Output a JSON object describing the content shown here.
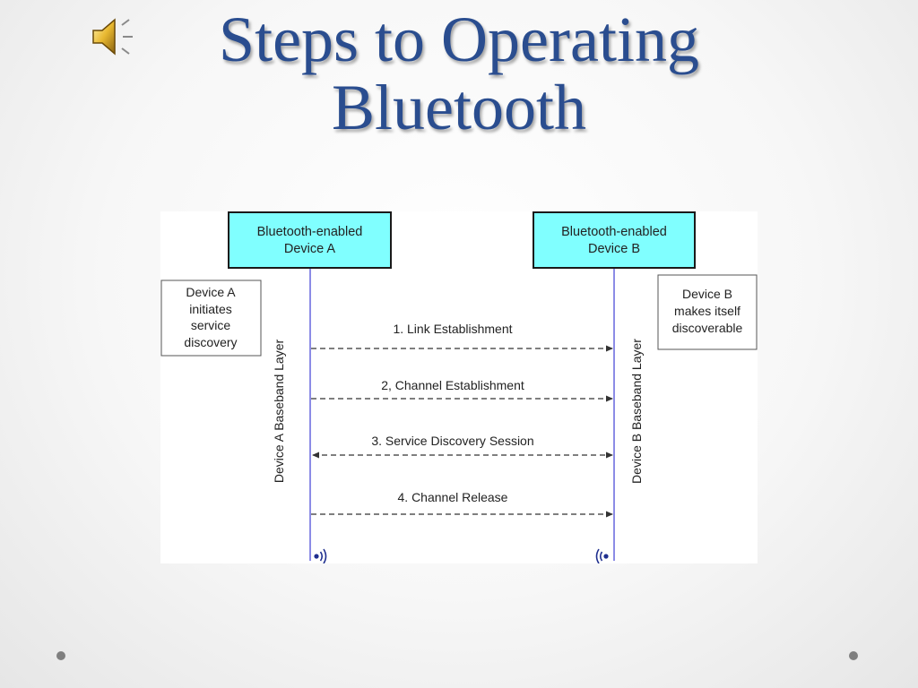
{
  "slide": {
    "title_line1": "Steps to Operating",
    "title_line2": "Bluetooth"
  },
  "diagram": {
    "device_a": {
      "box_line1": "Bluetooth-enabled",
      "box_line2": "Device A",
      "note_lines": [
        "Device A",
        "initiates",
        "service",
        "discovery"
      ],
      "layer_label": "Device A Baseband Layer"
    },
    "device_b": {
      "box_line1": "Bluetooth-enabled",
      "box_line2": "Device B",
      "note_lines": [
        "Device B",
        "makes itself",
        "discoverable"
      ],
      "layer_label": "Device B Baseband Layer"
    },
    "steps": [
      {
        "label": "1. Link Establishment",
        "direction": "a-to-b"
      },
      {
        "label": "2, Channel Establishment",
        "direction": "a-to-b"
      },
      {
        "label": "3. Service Discovery Session",
        "direction": "both"
      },
      {
        "label": "4. Channel Release",
        "direction": "a-to-b"
      }
    ],
    "colors": {
      "device_box_fill": "#80ffff",
      "lifeline": "#6666dd",
      "signal_icon": "#1f2f8f"
    }
  },
  "icons": {
    "audio": "speaker-icon",
    "signal_a": "wireless-signal-icon",
    "signal_b": "wireless-signal-icon"
  }
}
